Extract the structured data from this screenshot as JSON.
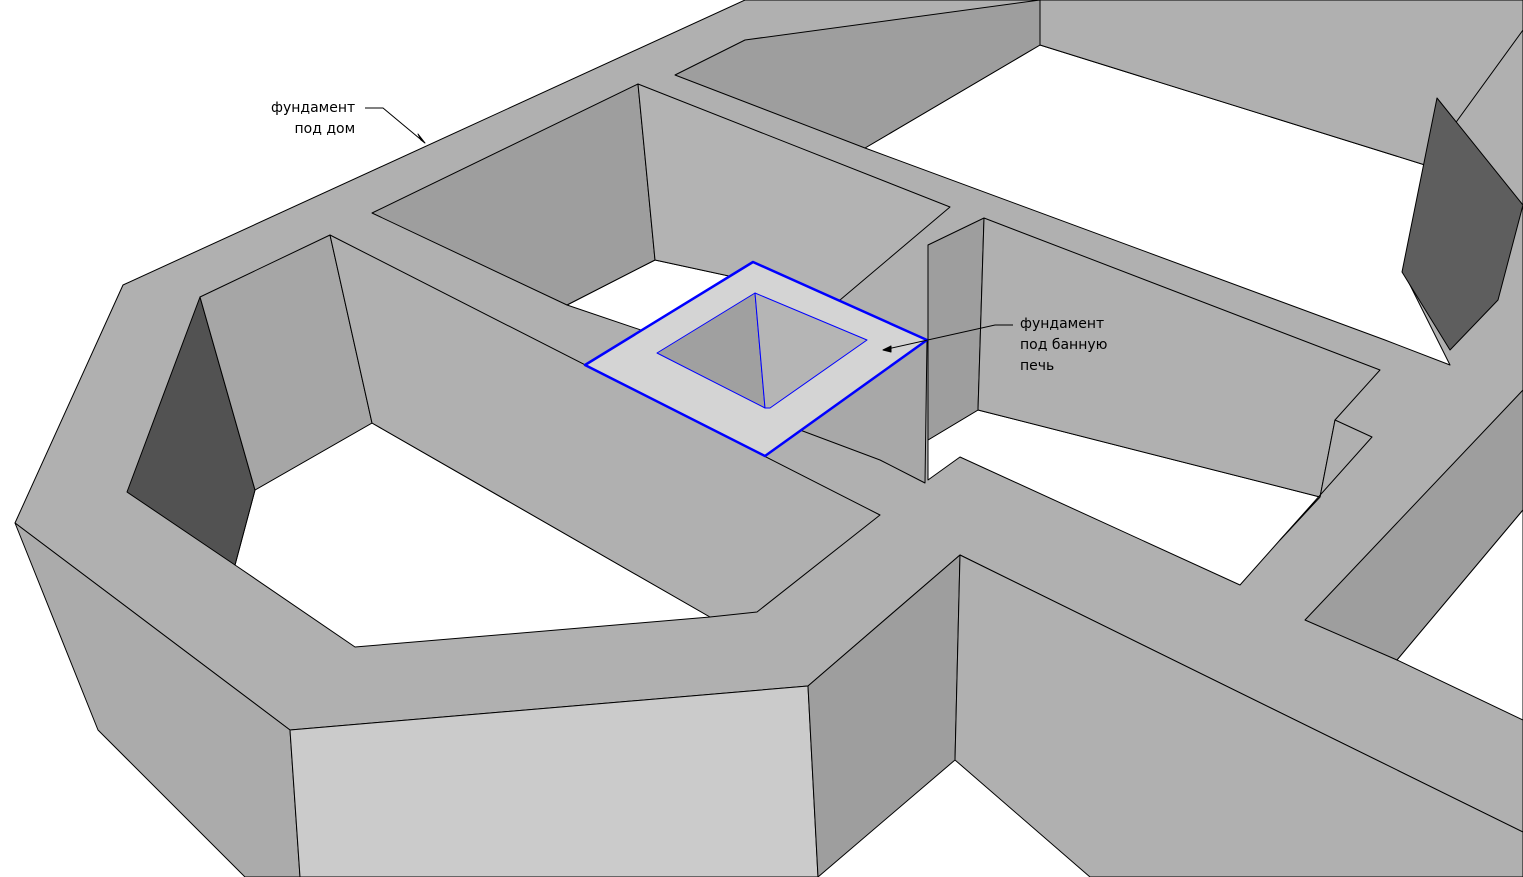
{
  "labels": {
    "house_foundation": [
      "фундамент",
      "под дом"
    ],
    "stove_foundation": [
      "фундамент",
      "под банную",
      "печь"
    ]
  },
  "colors": {
    "top_face": "#b0b0b0",
    "dark_wall": "#525252",
    "mid_wall": "#9e9e9e",
    "light_face": "#cbcbcb",
    "selection": "#0000ff",
    "background": "#ffffff"
  }
}
